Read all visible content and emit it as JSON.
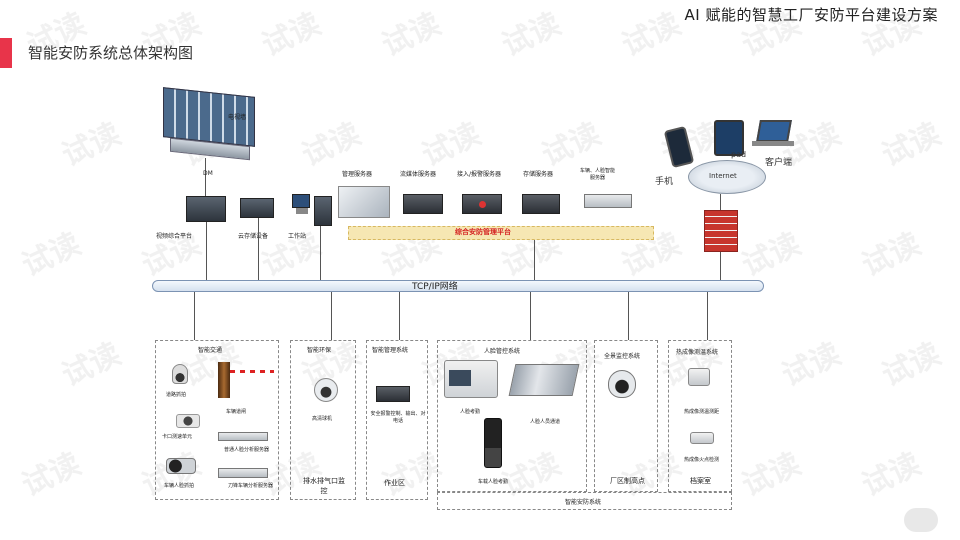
{
  "header": {
    "title": "AI 赋能的智慧工厂安防平台建设方案"
  },
  "section": {
    "title": "智能安防系统总体架构图"
  },
  "watermark": "试读",
  "top": {
    "video_wall": "电视墙",
    "nvr_label": "DM",
    "video_platform": "视频综合平台",
    "storage": "云存储设备",
    "workstation": "工作站",
    "server_mgmt": "管理服务器",
    "server_stream": "流媒体服务器",
    "server_access": "接入/报警服务器",
    "server_storage": "存储服务器",
    "server_face": "车辆、人脸智能\n服务器",
    "platform": "综合安防管理平台",
    "client_phone": "手机",
    "client_pad": "pad",
    "client_pc": "客户端",
    "internet": "Internet"
  },
  "bus_label": "TCP/IP网络",
  "subsystems": {
    "traffic": {
      "title": "智能交通",
      "items": [
        "道路抓拍",
        "车辆道闸",
        "卡口测速单元",
        "普通人脸分析服务器",
        "车辆人脸抓拍",
        "刀锋车辆分析服务器"
      ]
    },
    "env": {
      "title": "智能环保",
      "camera": "高清球机",
      "footer": "排水排气口监控"
    },
    "mgmt": {
      "title": "智能管理系统",
      "device": "安全报警控制、输出、对电话",
      "footer": "作业区"
    },
    "face": {
      "title": "人脸管控系统",
      "items": [
        "人脸考勤",
        "人脸人员通道",
        "车载人脸考勤"
      ]
    },
    "panorama": {
      "title": "全景监控系统",
      "footer": "厂区制高点"
    },
    "thermal": {
      "title": "热成像测温系统",
      "items": [
        "热成像测温测距",
        "热成像火点检测"
      ],
      "footer": "档案室"
    },
    "bottom_label": "智能安防系统"
  },
  "colors": {
    "accent": "#e8344a",
    "platform_text": "#d42020"
  }
}
